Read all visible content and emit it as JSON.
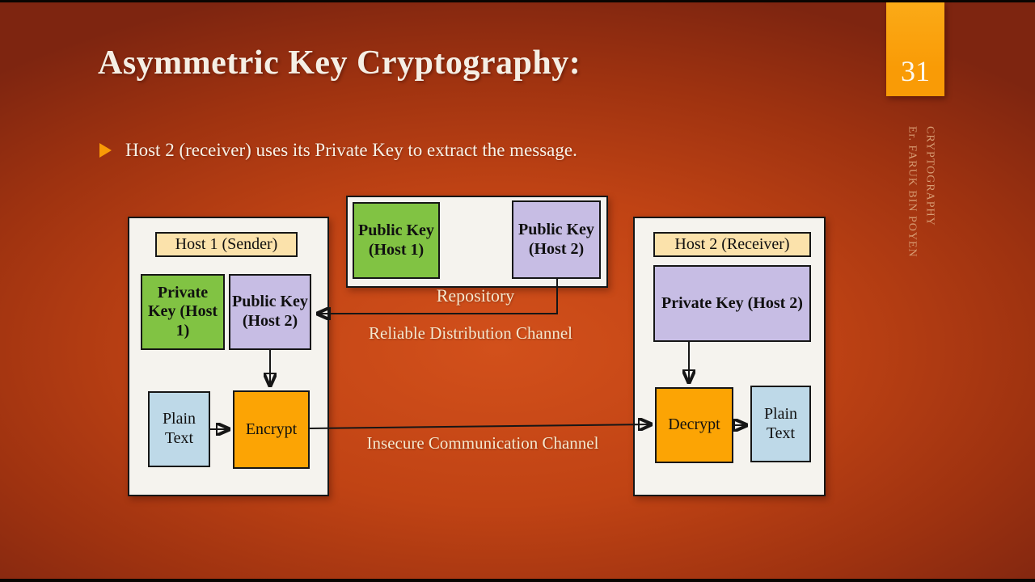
{
  "slide": {
    "title": "Asymmetric Key Cryptography:",
    "page_number": "31",
    "sidebar_line1": "CRYPTOGRAPHY",
    "sidebar_line2": "Er. FARUK BIN POYEN",
    "bullet": "Host 2 (receiver) uses its Private Key to extract the message."
  },
  "diagram": {
    "repository": {
      "label": "Repository",
      "public_key_host1": "Public Key (Host 1)",
      "public_key_host2": "Public Key (Host 2)"
    },
    "host1": {
      "label": "Host 1 (Sender)",
      "private_key": "Private Key (Host 1)",
      "public_key": "Public Key (Host 2)",
      "plain_text": "Plain Text",
      "encrypt": "Encrypt"
    },
    "host2": {
      "label": "Host 2 (Receiver)",
      "private_key": "Private Key (Host 2)",
      "decrypt": "Decrypt",
      "plain_text": "Plain Text"
    },
    "channels": {
      "reliable": "Reliable Distribution Channel",
      "insecure": "Insecure Communication Channel"
    }
  },
  "colors": {
    "bg-center": "#d2501b",
    "bg-edge": "#7e2510",
    "accent-orange": "#f99b06",
    "title-color": "#f5efe5",
    "cream": "#f5e8cf",
    "sidebar-color": "#d89d74",
    "panel-white": "#f5f3ee",
    "ink": "#161616",
    "box-green": "#81c343",
    "box-purple": "#c7bde4",
    "box-blue": "#bed9e8",
    "box-orange": "#fca404",
    "box-tan": "#fbe2ab"
  }
}
